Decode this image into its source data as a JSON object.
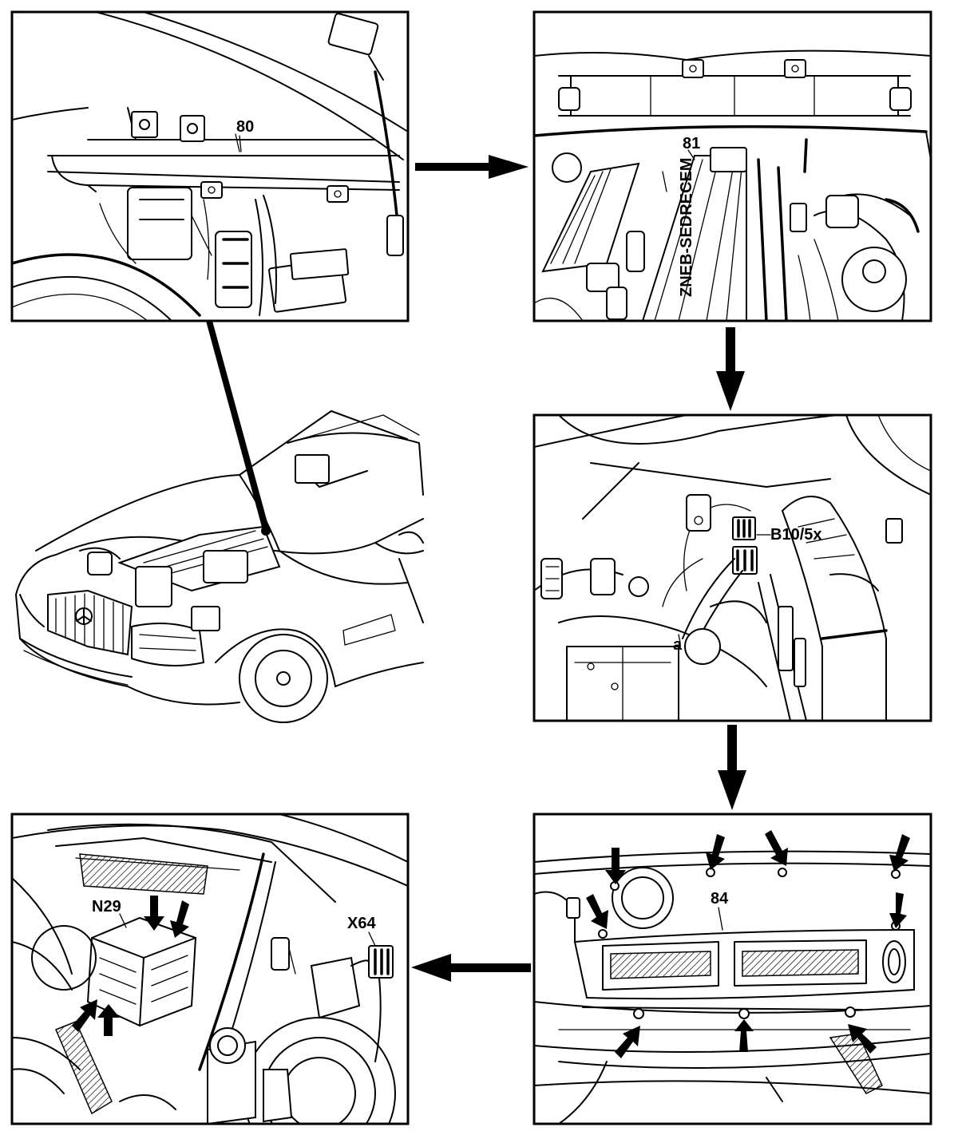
{
  "labels": {
    "p80": "80",
    "p81": "81",
    "b105x": "B10/5x",
    "a": "a",
    "p84": "84",
    "n29": "N29",
    "x64": "X64"
  },
  "colors": {
    "ink": "#000000",
    "paper": "#ffffff"
  }
}
